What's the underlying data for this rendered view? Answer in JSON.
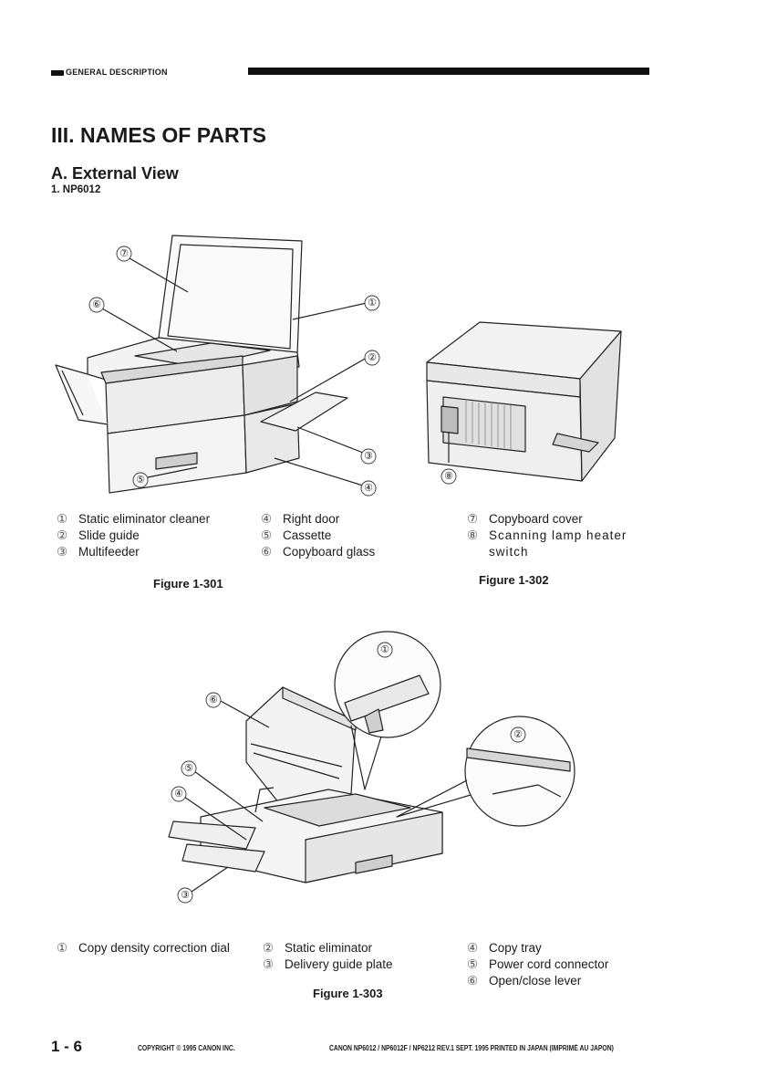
{
  "header": {
    "label": "GENERAL DESCRIPTION"
  },
  "section_title": "III. NAMES OF PARTS",
  "subsection_title": "A. External View",
  "model_title": "1.  NP6012",
  "figure_301": {
    "callouts": [
      "⑦",
      "⑥",
      "①",
      "②",
      "③",
      "④",
      "⑤"
    ],
    "caption": "Figure 1-301"
  },
  "figure_302": {
    "callouts": [
      "⑧"
    ],
    "caption": "Figure 1-302"
  },
  "figure_303": {
    "callouts": [
      "①",
      "②",
      "⑥",
      "⑤",
      "④",
      "③"
    ],
    "caption": "Figure 1-303"
  },
  "legend_301": {
    "col1": [
      {
        "num": "①",
        "text": "Static eliminator cleaner"
      },
      {
        "num": "②",
        "text": "Slide guide"
      },
      {
        "num": "③",
        "text": "Multifeeder"
      }
    ],
    "col2": [
      {
        "num": "④",
        "text": "Right door"
      },
      {
        "num": "⑤",
        "text": "Cassette"
      },
      {
        "num": "⑥",
        "text": "Copyboard glass"
      }
    ]
  },
  "legend_302": [
    {
      "num": "⑦",
      "text": "Copyboard cover"
    },
    {
      "num": "⑧",
      "text": "Scanning lamp heater switch"
    }
  ],
  "legend_303": {
    "col1": [
      {
        "num": "①",
        "text": "Copy density correction dial"
      }
    ],
    "col2": [
      {
        "num": "②",
        "text": "Static eliminator"
      },
      {
        "num": "③",
        "text": "Delivery guide plate"
      }
    ],
    "col3": [
      {
        "num": "④",
        "text": "Copy tray"
      },
      {
        "num": "⑤",
        "text": "Power cord connector"
      },
      {
        "num": "⑥",
        "text": "Open/close lever"
      }
    ]
  },
  "footer": {
    "page_number": "1 - 6",
    "copyright": "COPYRIGHT © 1995 CANON INC.",
    "doc_info": "CANON NP6012 / NP6012F / NP6212 REV.1 SEPT. 1995 PRINTED IN JAPAN (IMPRIMÉ AU JAPON)"
  }
}
